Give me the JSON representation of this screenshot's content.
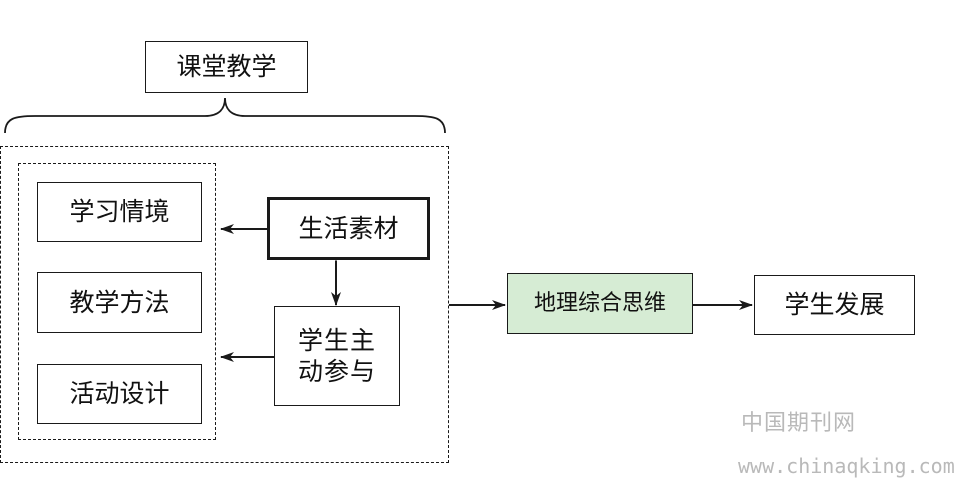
{
  "diagram": {
    "classroom_label": "课堂教学",
    "left_items": [
      "学习情境",
      "教学方法",
      "活动设计"
    ],
    "life_material": "生活素材",
    "student_participation_line1": "学生主",
    "student_participation_line2": "动参与",
    "geo_thinking": "地理综合思维",
    "student_development": "学生发展"
  },
  "watermark": {
    "cn": "中国期刊网",
    "url": "www.chinaqking.com"
  },
  "colors": {
    "stroke": "#1a1a1a",
    "highlight_fill": "#d6ecd4",
    "watermark": "#b9b9b9"
  }
}
